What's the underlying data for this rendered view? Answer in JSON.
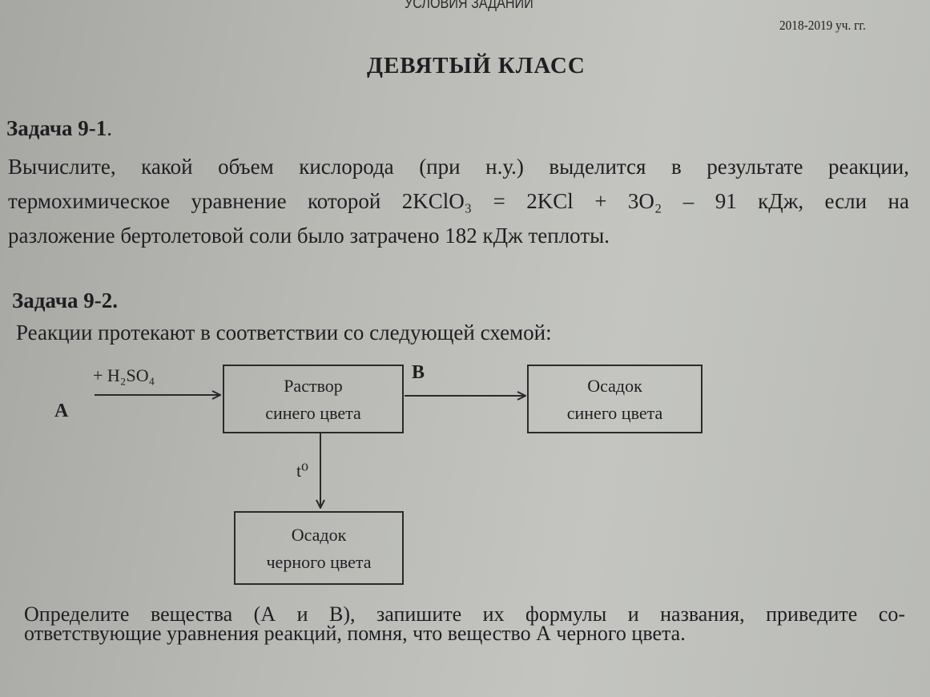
{
  "header": {
    "left_fragment": "...",
    "center": "УСЛОВИЯ ЗАДАНИЙ",
    "right_fragment": "...",
    "year": "2018-2019 уч. гг."
  },
  "title": "ДЕВЯТЫЙ КЛАСС",
  "task1": {
    "heading": "Задача 9-1",
    "heading_dot": ".",
    "lines": [
      "Вычислите, какой объем кислорода (при н.у.) выделится в результате реакции,",
      "термохимическое уравнение которой 2KClO₃ = 2KCl + 3O₂ – 91 кДж, если на",
      "разложение бертолетовой  соли было затрачено 182 кДж теплоты."
    ]
  },
  "task2": {
    "heading": "Задача 9-2.",
    "intro": "Реакции протекают в соответствии со следующей схемой:",
    "diagram": {
      "reagent_label": "+ H₂SO₄",
      "substance_a": "А",
      "substance_b": "В",
      "box1": [
        "Раствор",
        "синего цвета"
      ],
      "box2": [
        "Осадок",
        "синего цвета"
      ],
      "box3": [
        "Осадок",
        "черного цвета"
      ],
      "heat_label": "t⁰"
    },
    "question_lines": [
      "Определите вещества (А и В), запишите их формулы и названия, приведите со-",
      "ответствующие уравнения реакций, помня, что вещество А  черного цвета."
    ]
  }
}
